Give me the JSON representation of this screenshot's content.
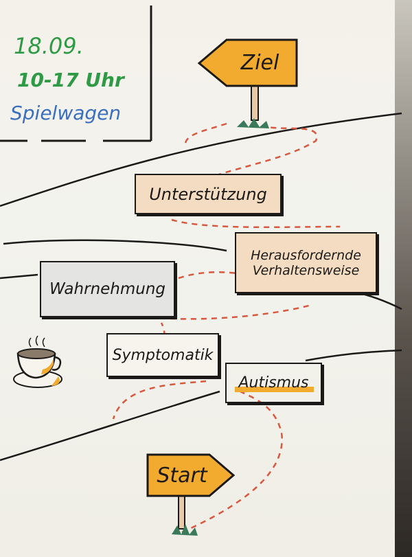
{
  "info": {
    "date": "18.09.",
    "time": "10-17 Uhr",
    "location": "Spielwagen"
  },
  "signs": {
    "goal": "Ziel",
    "start": "Start"
  },
  "cards": {
    "support": "Unterstützung",
    "challenging_behavior_line1": "Herausfordernde",
    "challenging_behavior_line2": "Verhaltensweise",
    "perception": "Wahrnehmung",
    "symptoms": "Symptomatik",
    "autism": "Autismus"
  },
  "colors": {
    "sign": "#f2ab2e",
    "date": "#2e9a45",
    "location": "#3a6fc0",
    "path": "#d9573e"
  }
}
